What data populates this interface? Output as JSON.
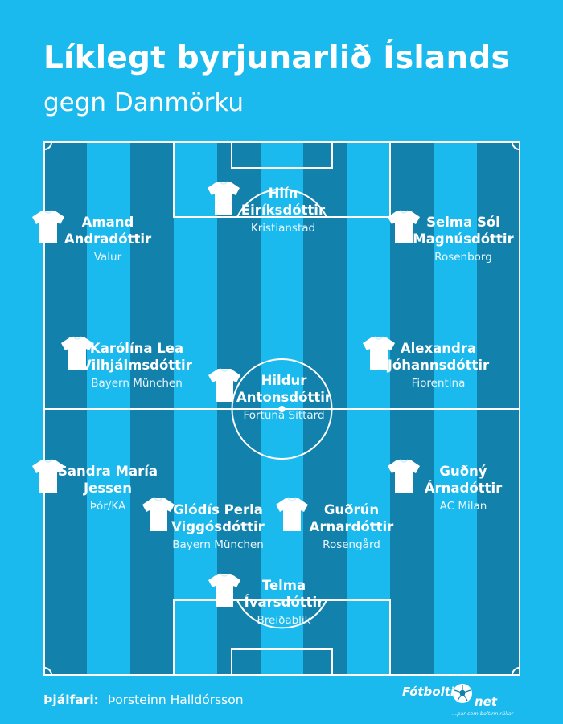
{
  "header": {
    "title": "Líklegt byrjunarlið Íslands",
    "subtitle": "gegn Danmörku"
  },
  "players": [
    {
      "name": "Hlín\nEiríksdóttir",
      "club": "Kristianstad"
    },
    {
      "name": "Amand\nAndradóttir",
      "club": "Valur"
    },
    {
      "name": "Selma Sól\nMagnúsdóttir",
      "club": "Rosenborg"
    },
    {
      "name": "Karólína Lea\nVilhjálmsdóttir",
      "club": "Bayern München"
    },
    {
      "name": "Alexandra\nJóhannsdóttir",
      "club": "Fiorentina"
    },
    {
      "name": "Hildur\nAntonsdóttir",
      "club": "Fortuna Sittard"
    },
    {
      "name": "Sandra María\nJessen",
      "club": "Þór/KA"
    },
    {
      "name": "Guðný\nÁrnadóttir",
      "club": "AC Milan"
    },
    {
      "name": "Glódís Perla\nViggósdóttir",
      "club": "Bayern München"
    },
    {
      "name": "Guðrún\nArnardóttir",
      "club": "Rosengård"
    },
    {
      "name": "Telma\nÍvarsdóttir",
      "club": "Breiðablik"
    }
  ],
  "footer": {
    "coach_label": "Þjálfari:",
    "coach_name": "Þorsteinn Halldórsson",
    "logo_left": "Fótbolti",
    "logo_right": "net",
    "logo_tagline": "...þar sem boltinn rúllar"
  },
  "colors": {
    "background": "#1ab9ee",
    "stripe_dark": "#1281ac",
    "stripe_light": "#1ab9ee",
    "lines": "#ffffff"
  },
  "icons": {
    "shirt": "shirt-icon",
    "ball": "football-icon"
  }
}
